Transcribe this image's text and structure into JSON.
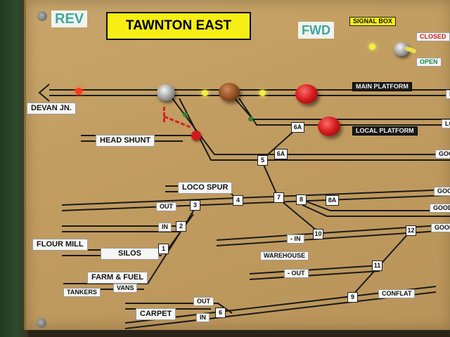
{
  "panel": {
    "title": "TAWNTON EAST",
    "rev": "REV",
    "fwd": "FWD",
    "signal_box": "SIGNAL BOX",
    "closed": "CLOSED",
    "open": "OPEN"
  },
  "labels": {
    "devan": "DEVAN JN.",
    "head_shunt": "HEAD SHUNT",
    "loco_spur": "LOCO SPUR",
    "flour_mill": "FLOUR MILL",
    "silos": "SILOS",
    "farm_fuel": "FARM & FUEL",
    "tankers": "TANKERS",
    "vans": "VANS",
    "carpet": "CARPET",
    "warehouse": "WAREHOUSE",
    "main_platform": "MAIN PLATFORM",
    "local_platform": "LOCAL PLATFORM",
    "conflat": "CONFLAT",
    "out": "OUT",
    "in": "IN",
    "in_wh": "- IN",
    "out_wh": "- OUT",
    "out_carpet": "OUT",
    "in_carpet": "IN",
    "goods1": "GOODS",
    "goods2": "GOODS",
    "goods3": "GOODS",
    "goods4": "GOODS",
    "lo": "LO",
    "l": "L"
  },
  "points": [
    "1",
    "2",
    "3",
    "4",
    "5",
    "6",
    "6A",
    "6A",
    "7",
    "8",
    "8A",
    "9",
    "10",
    "11",
    "12"
  ],
  "colors": {
    "panel": "#c29d61",
    "track": "#1a1a1a",
    "title_bg": "#f7ee16",
    "knob_red": "#d21a1a",
    "led_red": "#ff3a1a",
    "led_yellow": "#f2f23a",
    "led_green": "#2a8a2a"
  }
}
